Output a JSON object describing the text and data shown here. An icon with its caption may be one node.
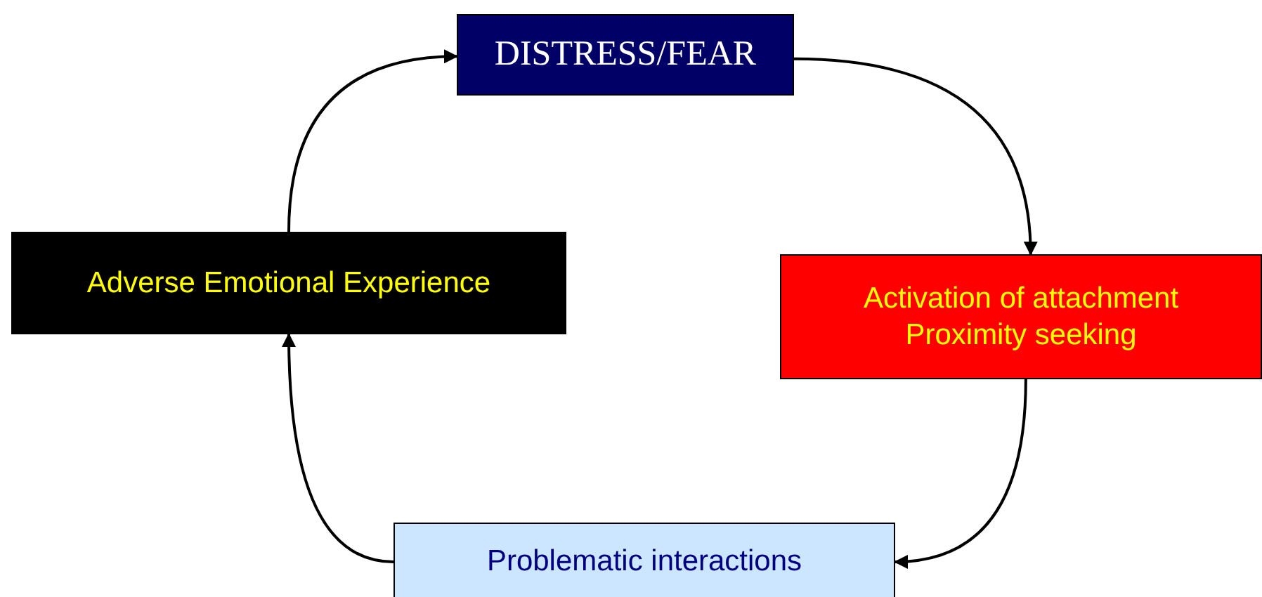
{
  "diagram": {
    "nodes": [
      {
        "text": [
          "DISTRESS/FEAR"
        ]
      },
      {
        "text": [
          "Activation of attachment",
          "Proximity seeking"
        ]
      },
      {
        "text": [
          "Problematic interactions"
        ]
      },
      {
        "text": [
          "Adverse Emotional Experience"
        ]
      }
    ],
    "edges": [
      {
        "from": 0,
        "to": 1,
        "arrow": "to"
      },
      {
        "from": 1,
        "to": 2,
        "arrow": "to"
      },
      {
        "from": 2,
        "to": 3,
        "arrow": "to"
      },
      {
        "from": 3,
        "to": 0,
        "arrow": "to"
      }
    ]
  }
}
